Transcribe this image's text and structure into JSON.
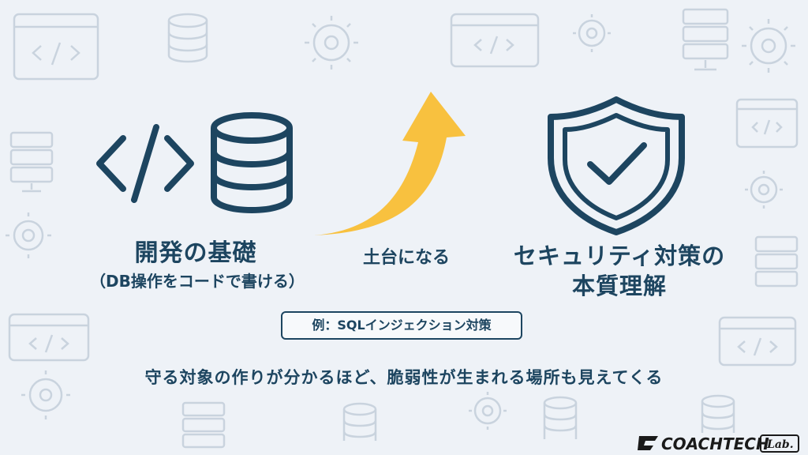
{
  "left": {
    "code_icon": "code-brackets-icon",
    "db_icon": "database-icon",
    "title": "開発の基礎",
    "subtitle": "（DB操作をコードで書ける）"
  },
  "middle": {
    "arrow_icon": "curved-arrow-up-icon",
    "label": "土台になる"
  },
  "right": {
    "shield_icon": "shield-check-icon",
    "title_line1": "セキュリティ対策の",
    "title_line2": "本質理解"
  },
  "example": {
    "text": "例：SQLインジェクション対策"
  },
  "caption": {
    "text": "守る対象の作りが分かるほど、脆弱性が生まれる場所も見えてくる"
  },
  "brand": {
    "name": "COACHTECH",
    "mark": "CT",
    "badge": "Lab."
  },
  "colors": {
    "primary": "#1d4560",
    "arrow": "#f8c13f",
    "background": "#eef2f7",
    "decor": "#c9d3de"
  }
}
